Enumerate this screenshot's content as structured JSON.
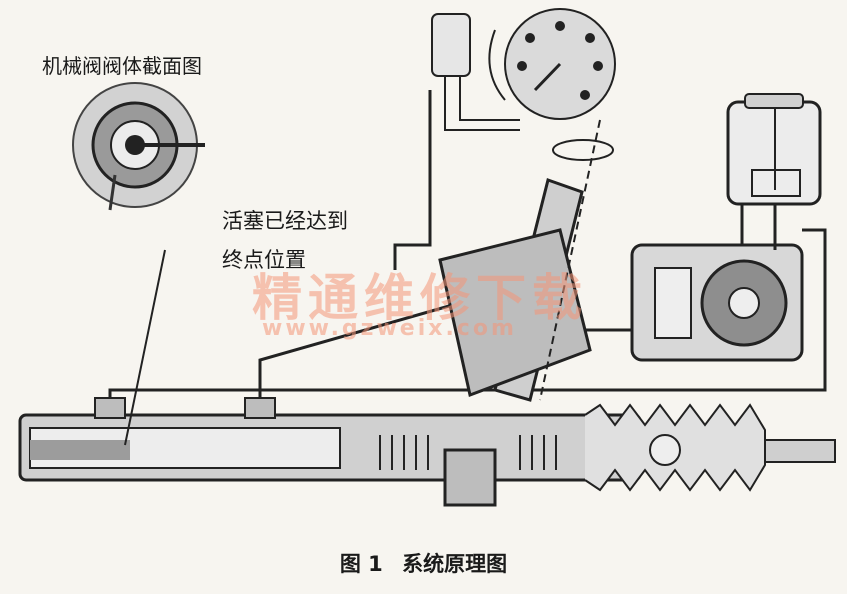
{
  "labels": {
    "section_view": "机械阀阀体截面图",
    "piston_line1": "活塞已经达到",
    "piston_line2": "终点位置"
  },
  "watermark": {
    "main": "精通维修下载",
    "url": "www.gzweix.com"
  },
  "caption": {
    "figure": "图 1",
    "title": "系统原理图"
  },
  "colors": {
    "ink": "#1a1a1a",
    "gray_fill": "#bdbdbd",
    "paper": "#f7f5f0",
    "watermark": "#f4a07e"
  }
}
